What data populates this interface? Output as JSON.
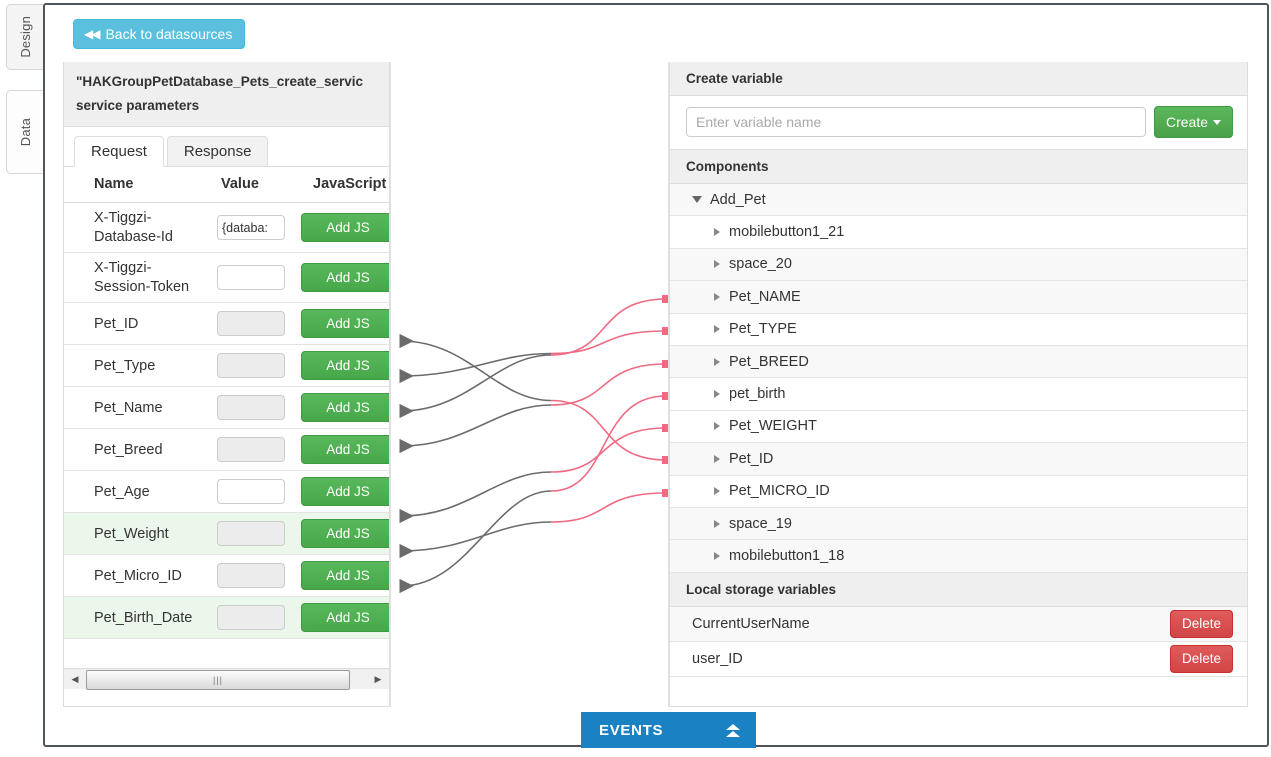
{
  "rail": {
    "tabs": [
      {
        "label": "Design",
        "active": true
      },
      {
        "label": "Data",
        "active": false
      }
    ]
  },
  "toolbar": {
    "back_label": "Back to datasources",
    "back_icon": "double-chevron-left-icon",
    "back_color": "#5bc0de"
  },
  "left_panel": {
    "title_line1": "\"HAKGroupPetDatabase_Pets_create_servic",
    "title_line2": "service parameters",
    "tabs": [
      {
        "label": "Request",
        "active": true
      },
      {
        "label": "Response",
        "active": false
      }
    ],
    "columns": [
      "Name",
      "Value",
      "JavaScript"
    ],
    "js_button_label": "Add JS",
    "rows": [
      {
        "name": "X-Tiggzi-Database-Id",
        "value": "{databa:",
        "input_style": "white",
        "highlight": false,
        "arrow": false
      },
      {
        "name": "X-Tiggzi-Session-Token",
        "value": "",
        "input_style": "white",
        "highlight": false,
        "arrow": false
      },
      {
        "name": "Pet_ID",
        "value": "",
        "input_style": "dim",
        "highlight": false,
        "arrow": true
      },
      {
        "name": "Pet_Type",
        "value": "",
        "input_style": "dim",
        "highlight": false,
        "arrow": true
      },
      {
        "name": "Pet_Name",
        "value": "",
        "input_style": "dim",
        "highlight": false,
        "arrow": true
      },
      {
        "name": "Pet_Breed",
        "value": "",
        "input_style": "dim",
        "highlight": false,
        "arrow": true
      },
      {
        "name": "Pet_Age",
        "value": "",
        "input_style": "white",
        "highlight": false,
        "arrow": false
      },
      {
        "name": "Pet_Weight",
        "value": "",
        "input_style": "dim",
        "highlight": true,
        "arrow": true
      },
      {
        "name": "Pet_Micro_ID",
        "value": "",
        "input_style": "dim",
        "highlight": false,
        "arrow": true
      },
      {
        "name": "Pet_Birth_Date",
        "value": "",
        "input_style": "dim",
        "highlight": true,
        "arrow": true
      }
    ],
    "scrollbar": {
      "left_arrow": "◀",
      "right_arrow": "▶",
      "grip": "|||"
    }
  },
  "right_panel": {
    "create_variable_header": "Create variable",
    "variable_placeholder": "Enter variable name",
    "variable_value": "",
    "create_button_label": "Create",
    "components_header": "Components",
    "tree": [
      {
        "label": "Add_Pet",
        "level": 1,
        "expanded": true,
        "stripe": true
      },
      {
        "label": "mobilebutton1_21",
        "level": 2,
        "expanded": false,
        "stripe": false
      },
      {
        "label": "space_20",
        "level": 2,
        "expanded": false,
        "stripe": true
      },
      {
        "label": "Pet_NAME",
        "level": 2,
        "expanded": false,
        "stripe": true
      },
      {
        "label": "Pet_TYPE",
        "level": 2,
        "expanded": false,
        "stripe": false
      },
      {
        "label": "Pet_BREED",
        "level": 2,
        "expanded": false,
        "stripe": true
      },
      {
        "label": "pet_birth",
        "level": 2,
        "expanded": false,
        "stripe": false
      },
      {
        "label": "Pet_WEIGHT",
        "level": 2,
        "expanded": false,
        "stripe": false
      },
      {
        "label": "Pet_ID",
        "level": 2,
        "expanded": false,
        "stripe": true
      },
      {
        "label": "Pet_MICRO_ID",
        "level": 2,
        "expanded": false,
        "stripe": false
      },
      {
        "label": "space_19",
        "level": 2,
        "expanded": false,
        "stripe": true
      },
      {
        "label": "mobilebutton1_18",
        "level": 2,
        "expanded": false,
        "stripe": true
      }
    ],
    "local_storage_header": "Local storage variables",
    "local_storage": [
      {
        "name": "CurrentUserName",
        "delete_label": "Delete",
        "stripe": true
      },
      {
        "name": "user_ID",
        "delete_label": "Delete",
        "stripe": false
      }
    ]
  },
  "events_bar": {
    "label": "EVENTS",
    "icon": "double-chevron-up-icon",
    "color": "#1a82c3"
  },
  "connectors": {
    "mapping_color_left": "#6b6b6b",
    "mapping_color_right": "#ef6a82",
    "links": [
      {
        "param": "Pet_ID",
        "component": "Pet_ID"
      },
      {
        "param": "Pet_Type",
        "component": "Pet_TYPE"
      },
      {
        "param": "Pet_Name",
        "component": "Pet_NAME"
      },
      {
        "param": "Pet_Breed",
        "component": "Pet_BREED"
      },
      {
        "param": "Pet_Weight",
        "component": "Pet_WEIGHT"
      },
      {
        "param": "Pet_Micro_ID",
        "component": "Pet_MICRO_ID"
      },
      {
        "param": "Pet_Birth_Date",
        "component": "pet_birth"
      }
    ]
  }
}
